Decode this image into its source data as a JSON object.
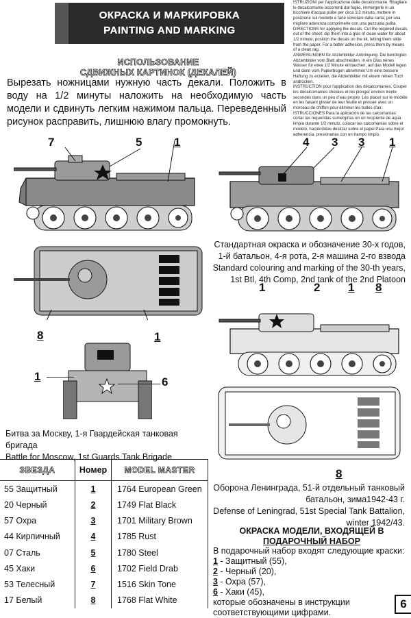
{
  "header": {
    "title_ru": "ОКРАСКА И МАРКИРОВКА",
    "title_en": "PAINTING AND MARKING"
  },
  "multilingual": [
    "ISTRUZIONI per l'applicazione delle decalcomanie. Ritagliare le decalcomanie occorrenti dal foglio, immergerle in un bicchiere d'acqua pulite per circa 1/2 minuto, mettere in posizione sul modello e farle scivolare dalla carta; per una migliore aderenza comprimerle con una pezzuola pulita.",
    "DIRECTIONS for applying the decals. Cut the required decals out of the sheet: dip them into a glas of clean water for about 1/2 minute; position the decals on the kit, letting them slide from the paper. For a better adhesion, press them by means of a clean rag.",
    "ANWEISUNGEN für Abziehbilder-Anbringung: Die benötigten Abziehbilder vom Blatt abschneiden, in ein Glas reines Wasser für etwa 1/2 Minute eintauchen, auf das Modell legen und dann vom Papierbogen abnehmen Um eine bessere Haftung zu erzielen, die Abziehbilder mit einem reinen Tuch andrücken.",
    "INSTRUCTION pour l'application des décalcomanies. Couper les décalcomanies choisies et les plonger environ trente secondes dans un peu d'eau propre. Les placer sur le modèle en les faisant glisser de leur feuille et presser avec un morceau de chiffon pour éliminer les bulles d'air.",
    "ISTRUCCIONES Para la aplicación de las calcomanías: cortar las requeridas sumergirlas en un recipiente de aqua limpia durante 1/2 minuto, colocar las calcomanías sobre el modelo, haciéndolas deslizar sobre el papel Para una mejor adherencia, presionarlas con un trampo limpio."
  ],
  "decal": {
    "title_l1": "ИСПОЛЬЗОВАНИЕ",
    "title_l2": "СДВИЖНЫХ КАРТИНОК (ДЕКАЛЕЙ)",
    "text": "Вырезать ножницами нужную часть декали. Положить в воду на 1/2 минуты наложить на необходимую часть модели и сдвинуть легким нажимом пальца. Переведенный рисунок расправить, лишнюю влагу промокнуть."
  },
  "callouts": {
    "a7": "7",
    "a5": "5",
    "a1": "1",
    "b4": "4",
    "b3": "3",
    "b3u": "3",
    "b1": "1",
    "c8": "8",
    "c1": "1",
    "d1": "1",
    "d6": "6",
    "e1": "1",
    "e2": "2",
    "e1u": "1",
    "e8": "8",
    "f8": "8"
  },
  "captions": {
    "std_ru": "Стандартная окраска и обозначение 30-х годов, 1-й батальон, 4-я рота, 2-я машина 2-го взвода",
    "std_en": "Standard colouring and marking of the 30-th years, 1st Btl, 4th Comp, 2nd tank of the 2nd Platoon",
    "moscow_ru": "Битва за Москву, 1-я Гвардейская танковая бригада",
    "moscow_en": "Battle for Moscow, 1st Guards Tank Brigade",
    "len_ru": "Оборона Ленинграда, 51-й отдельный танковый батальон, зима1942-43 г.",
    "len_en": "Defense of Leningrad, 51st Special Tank Battalion, winter 1942/43."
  },
  "paint_table": {
    "headers": [
      "ЗВЕЗДА",
      "Номер",
      "MODEL MASTER"
    ],
    "rows": [
      [
        "55 Защитный",
        "1",
        "1764 European Green"
      ],
      [
        "20 Черный",
        "2",
        "1749 Flat Black"
      ],
      [
        "57 Охра",
        "3",
        "1701 Military Brown"
      ],
      [
        "44 Кирпичный",
        "4",
        "1785 Rust"
      ],
      [
        "07 Сталь",
        "5",
        "1780 Steel"
      ],
      [
        "45 Хаки",
        "6",
        "1702 Field Drab"
      ],
      [
        "53 Телесный",
        "7",
        "1516 Skin Tone"
      ],
      [
        "17 Белый",
        "8",
        "1768 Flat White"
      ]
    ]
  },
  "gift": {
    "title_l1": "ОКРАСКА МОДЕЛИ, ВХОДЯЩЕЙ В",
    "title_l2": "ПОДАРОЧНЫЙ НАБОР",
    "intro": "В подарочный набор входят следующие краски:",
    "items": [
      {
        "num": "1",
        "text": " - Защитный (55),"
      },
      {
        "num": "2",
        "text": " - Черный (20),"
      },
      {
        "num": "3",
        "text": " - Охра (57),"
      },
      {
        "num": "6",
        "text": " - Хаки (45),"
      }
    ],
    "outro": "которые обозначены в инструкции соответствующими цифрами."
  },
  "page_number": "6",
  "colors": {
    "banner": "#2b2b2b",
    "tank_gray": "#8e8e8e",
    "tank_light": "#cfcfcf",
    "ink": "#111111"
  }
}
